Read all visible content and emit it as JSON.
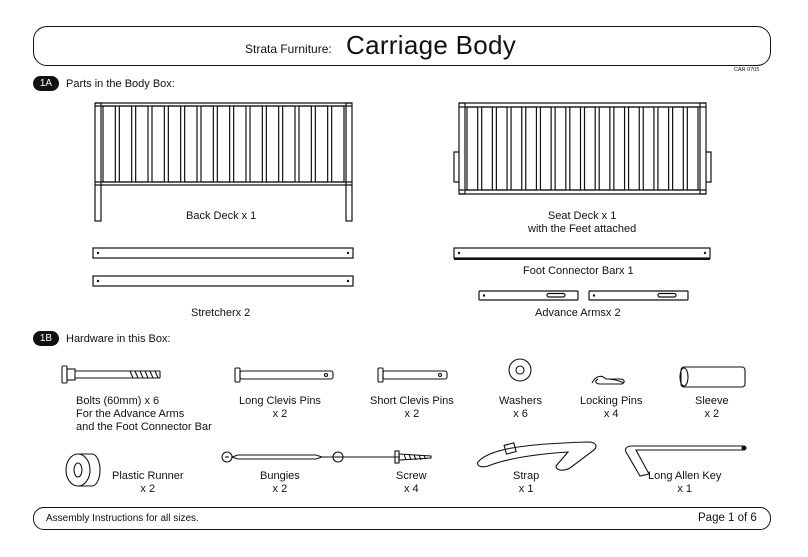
{
  "header": {
    "brand": "Strata Furniture:",
    "title": "Carriage Body",
    "code": "CAR 0705"
  },
  "sections": [
    {
      "badge": "1A",
      "label": "Parts in the Body Box:"
    },
    {
      "badge": "1B",
      "label": "Hardware in this Box:"
    }
  ],
  "parts": {
    "back_deck": "Back Deck x 1",
    "seat_deck": "Seat Deck x 1\nwith the Feet attached",
    "foot_connector": "Foot Connector Barx 1",
    "stretcher": "Stretcherx 2",
    "advance_arms": "Advance Armsx 2"
  },
  "hardware": {
    "bolts": "Bolts (60mm) x 6\nFor the Advance Arms\nand the Foot Connector Bar",
    "long_clevis": "Long Clevis Pins\nx 2",
    "short_clevis": "Short Clevis Pins\nx 2",
    "washers": "Washers\nx 6",
    "locking_pins": "Locking Pins\nx 4",
    "sleeve": "Sleeve\nx 2",
    "plastic_runner": "Plastic Runner\nx 2",
    "bungies": "Bungies\nx 2",
    "screw": "Screw\nx 4",
    "strap": "Strap\nx 1",
    "allen_key": "Long Allen Key\nx 1"
  },
  "footer": {
    "left": "Assembly Instructions for all sizes.",
    "right": "Page 1 of 6"
  }
}
